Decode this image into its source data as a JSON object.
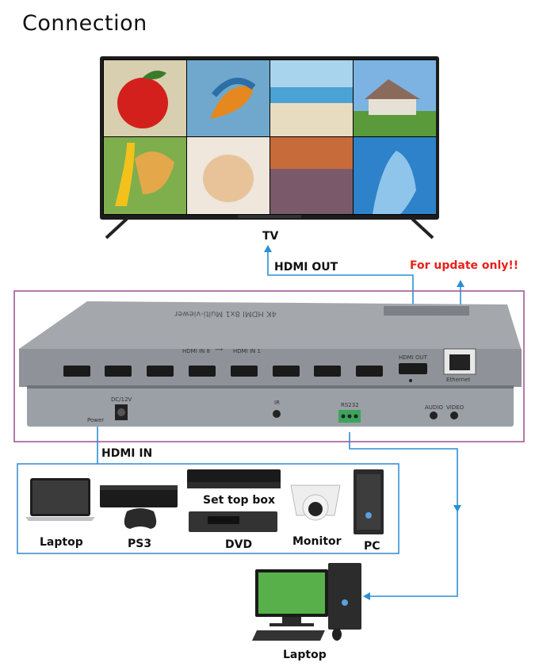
{
  "title": "Connection",
  "tv": {
    "label": "TV"
  },
  "hdmi_out_label": "HDMI OUT",
  "update_label": "For update only!!",
  "hdmi_in_label": "HDMI IN",
  "device": {
    "top_label": "4K HDMI 8x1 Multi-viewer",
    "port_range_left": "HDMI IN 8",
    "port_range_right": "HDMI IN 1",
    "hdmi_out_port": "HDMI OUT",
    "ethernet_port": "Ethernet",
    "dc_label": "DC/12V",
    "power_label": "Power",
    "ir_label": "IR",
    "rs232_label": "RS232",
    "audio_label": "AUDIO",
    "video_label": "VIDEO"
  },
  "sources": [
    {
      "label": "Laptop",
      "icon": "laptop-icon"
    },
    {
      "label": "PS3",
      "icon": "console-icon"
    },
    {
      "label": "Set top box",
      "icon": "set-top-box-icon"
    },
    {
      "label": "DVD",
      "icon": "dvd-icon"
    },
    {
      "label": "Monitor",
      "icon": "camera-icon"
    },
    {
      "label": "PC",
      "icon": "pc-tower-icon"
    }
  ],
  "control_pc": {
    "label": "Laptop",
    "icon": "desktop-pc-icon"
  },
  "colors": {
    "line": "#2b8fd6",
    "box_purple": "#a05a9a",
    "box_blue": "#3c8fd1",
    "device": "#8e9298"
  }
}
